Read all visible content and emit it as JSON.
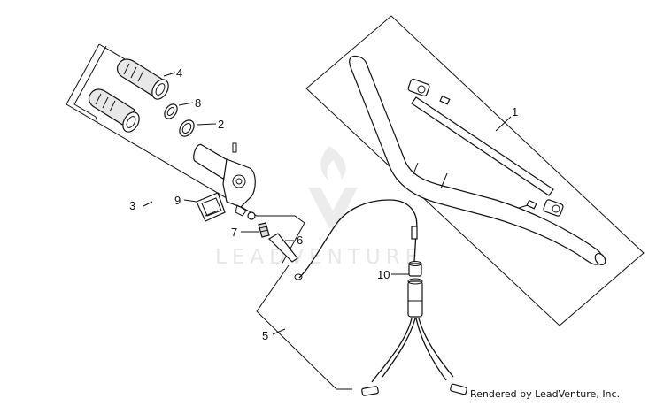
{
  "callouts": {
    "handlebar": "1",
    "grip_ring": "2",
    "throttle_assembly": "3",
    "grip_left": "4",
    "throttle_cable": "5",
    "cable_boot": "6",
    "adjuster": "7",
    "grip_washer": "8",
    "throttle_cover": "9",
    "connector_cap": "10"
  },
  "watermark": {
    "text": "LEADVENTURE"
  },
  "footer": {
    "credit": "Rendered by LeadVenture, Inc."
  }
}
